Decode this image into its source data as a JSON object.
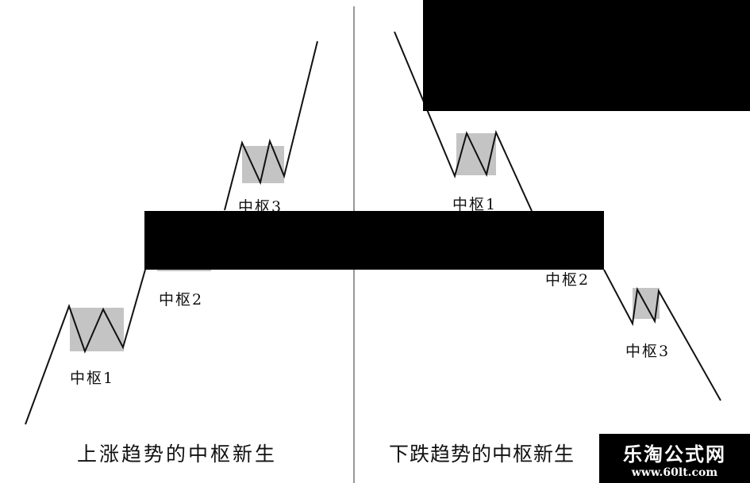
{
  "left_panel": {
    "zones": [
      "中枢1",
      "中枢2",
      "中枢3"
    ],
    "caption": "上涨趋势的中枢新生"
  },
  "right_panel": {
    "zones": [
      "中枢1",
      "中枢2",
      "中枢3"
    ],
    "caption": "下跌趋势的中枢新生"
  },
  "watermark": {
    "title": "乐淘公式网",
    "url": "www.60lt.com"
  },
  "colors": {
    "zone_fill": "#c4c4c4",
    "line": "#111111"
  }
}
